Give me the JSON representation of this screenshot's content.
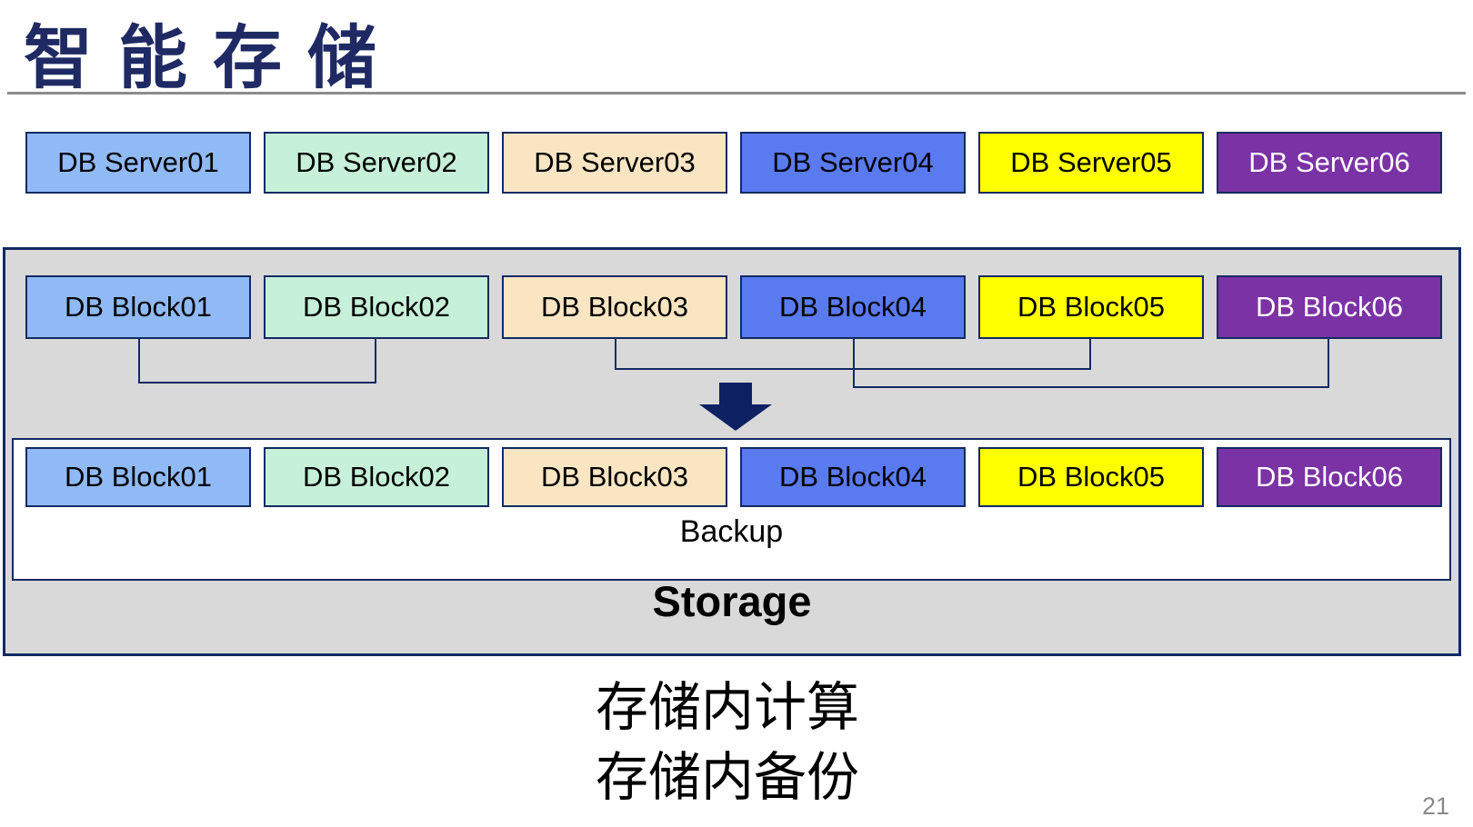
{
  "slide": {
    "title": "智能存储",
    "page_number": "21",
    "captions": [
      "存储内计算",
      "存储内备份"
    ]
  },
  "colors": {
    "navy": "#122A62",
    "title_color": "#1F2A64",
    "rule_color": "#8C8C8C",
    "container_fill": "#D9D9D9",
    "arrow_color": "#0D2163",
    "page_number_color": "#898989"
  },
  "db_servers": [
    {
      "label": "DB Server01",
      "fill": "#90BAF6",
      "text_color": "#000000"
    },
    {
      "label": "DB Server02",
      "fill": "#C6F0D8",
      "text_color": "#000000"
    },
    {
      "label": "DB Server03",
      "fill": "#FAE5C3",
      "text_color": "#000000"
    },
    {
      "label": "DB Server04",
      "fill": "#5A7AF0",
      "text_color": "#000000"
    },
    {
      "label": "DB Server05",
      "fill": "#FFFF00",
      "text_color": "#000000"
    },
    {
      "label": "DB Server06",
      "fill": "#7B32A4",
      "text_color": "#FFFFFF"
    }
  ],
  "db_blocks_source": [
    {
      "label": "DB Block01",
      "fill": "#90BAF6",
      "text_color": "#000000"
    },
    {
      "label": "DB Block02",
      "fill": "#C6F0D8",
      "text_color": "#000000"
    },
    {
      "label": "DB Block03",
      "fill": "#FAE5C3",
      "text_color": "#000000"
    },
    {
      "label": "DB Block04",
      "fill": "#5A7AF0",
      "text_color": "#000000"
    },
    {
      "label": "DB Block05",
      "fill": "#FFFF00",
      "text_color": "#000000"
    },
    {
      "label": "DB Block06",
      "fill": "#7B32A4",
      "text_color": "#FFFFFF"
    }
  ],
  "db_blocks_storage": [
    {
      "label": "DB Block01",
      "fill": "#90BAF6",
      "text_color": "#000000"
    },
    {
      "label": "DB Block02",
      "fill": "#C6F0D8",
      "text_color": "#000000"
    },
    {
      "label": "DB Block03",
      "fill": "#FAE5C3",
      "text_color": "#000000"
    },
    {
      "label": "DB Block04",
      "fill": "#5A7AF0",
      "text_color": "#000000"
    },
    {
      "label": "DB Block05",
      "fill": "#FFFF00",
      "text_color": "#000000"
    },
    {
      "label": "DB Block06",
      "fill": "#7B32A4",
      "text_color": "#FFFFFF"
    }
  ],
  "connections": [
    {
      "from": "DB Block01",
      "to": "DB Block02"
    },
    {
      "from": "DB Block03",
      "to": "DB Block05"
    },
    {
      "from": "DB Block04",
      "to": "DB Block06"
    }
  ],
  "storage": {
    "backup_label": "Backup",
    "storage_label": "Storage"
  }
}
